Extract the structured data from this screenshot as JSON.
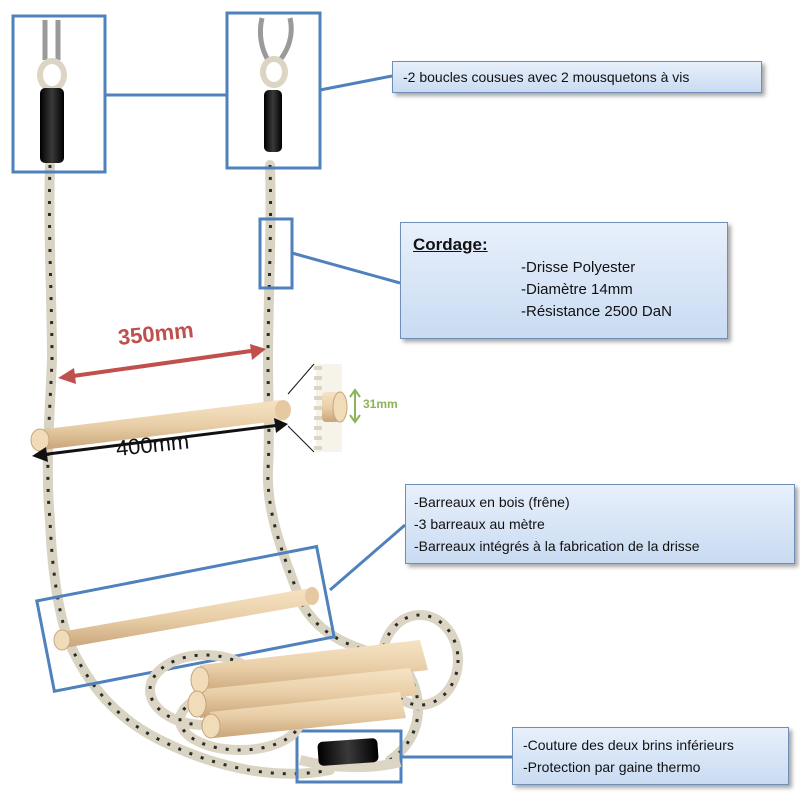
{
  "callouts": {
    "mousquetons": "-2 boucles cousues avec 2 mousquetons à vis",
    "cordage": {
      "title": "Cordage:",
      "items": [
        "-Drisse Polyester",
        "-Diamètre 14mm",
        "-Résistance 2500 DaN"
      ]
    },
    "barreaux": [
      "-Barreaux en bois (frêne)",
      "-3 barreaux au mètre",
      "-Barreaux intégrés à la fabrication de la drisse"
    ],
    "couture": [
      "-Couture des deux brins inférieurs",
      "-Protection par gaine thermo"
    ]
  },
  "dimensions": {
    "inner_width": "350mm",
    "outer_width": "400mm",
    "rung_diameter": "31mm"
  },
  "colors": {
    "frame_blue": "#4f81bd",
    "dimension_red": "#c0504d",
    "dimension_green": "#8db35a",
    "wood": "#e9cfa8",
    "rope": "#f3efe3",
    "sleeve": "#1c1c1c"
  }
}
